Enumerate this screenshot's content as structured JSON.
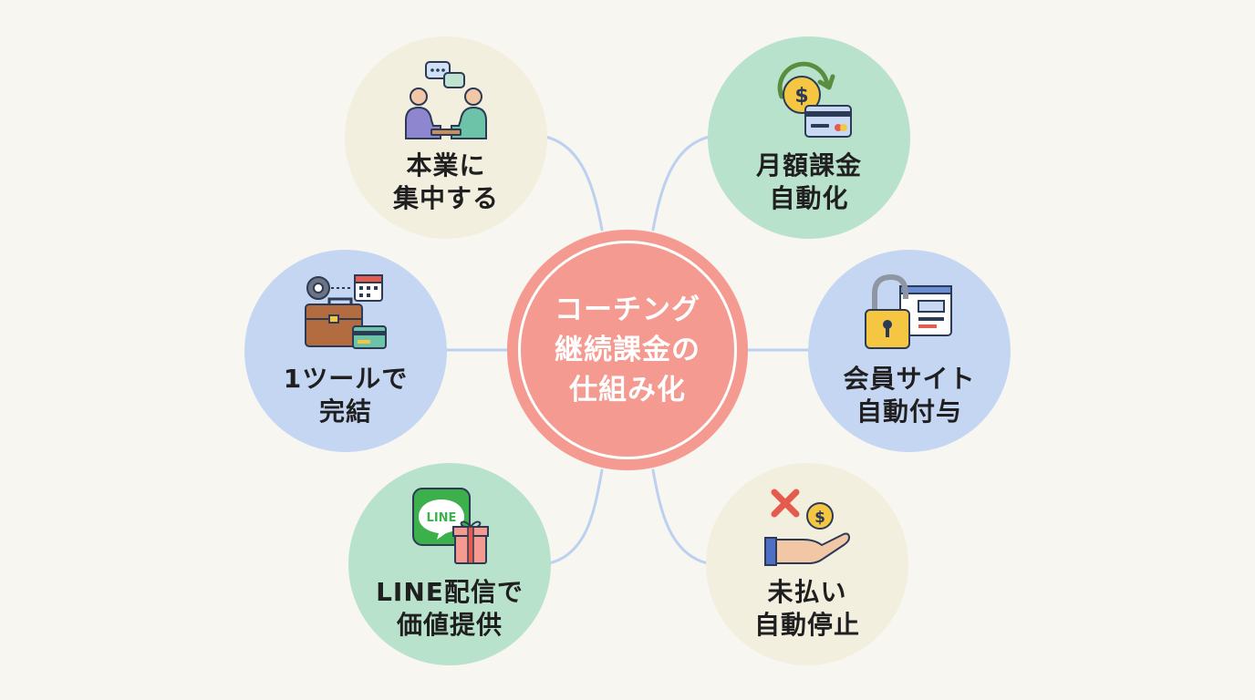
{
  "center": {
    "lines": [
      "コーチング",
      "継続課金の",
      "仕組み化"
    ]
  },
  "nodes": {
    "focus": {
      "lines": [
        "本業に",
        "集中する"
      ],
      "icon": "consultation-icon"
    },
    "billing": {
      "lines": [
        "月額課金",
        "自動化"
      ],
      "icon": "recurring-payment-icon"
    },
    "onetool": {
      "lines": [
        "1ツールで",
        "完結"
      ],
      "icon": "all-in-one-tools-icon"
    },
    "member": {
      "lines": [
        "会員サイト",
        "自動付与"
      ],
      "icon": "member-site-lock-icon"
    },
    "line": {
      "lines": [
        "LINE配信で",
        "価値提供"
      ],
      "icon": "line-gift-icon",
      "logo_text": "LINE"
    },
    "unpaid": {
      "lines": [
        "未払い",
        "自動停止"
      ],
      "icon": "payment-stop-icon"
    }
  },
  "colors": {
    "center": "#f49a90",
    "cream": "#f3efdf",
    "green": "#b9e2cc",
    "blue": "#c5d6f3",
    "connector": "#bcd0f0"
  }
}
